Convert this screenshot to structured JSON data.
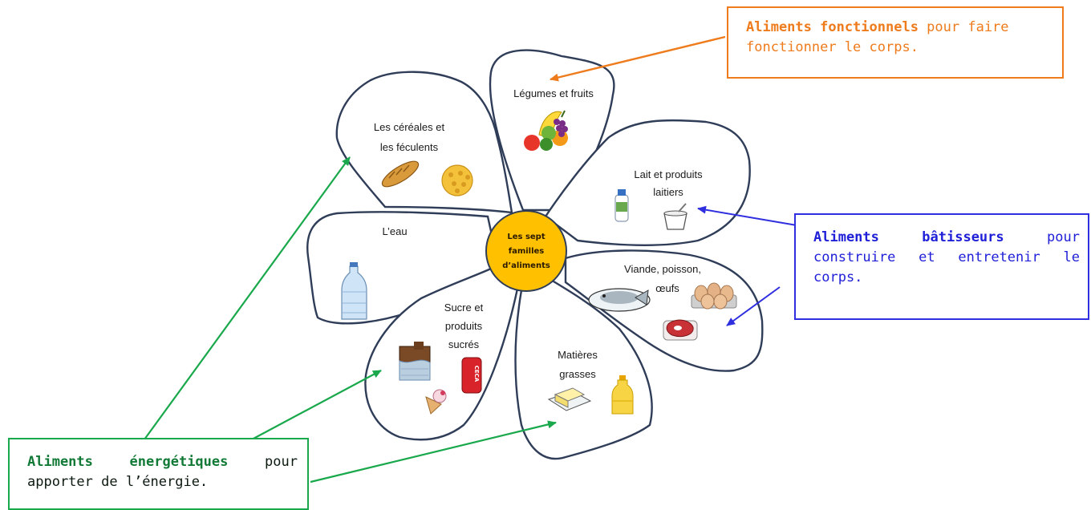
{
  "center": {
    "line1": "Les sept",
    "line2": "familles",
    "line3": "d’aliments"
  },
  "petals": {
    "legumes": {
      "line1": "Légumes et fruits"
    },
    "cereales": {
      "line1": "Les céréales et",
      "line2": "les féculents"
    },
    "lait": {
      "line1": "Lait et produits",
      "line2": "laitiers"
    },
    "eau": {
      "line1": "L’eau"
    },
    "viande": {
      "line1": "Viande, poisson,",
      "line2": "œufs"
    },
    "sucre": {
      "line1": "Sucre et",
      "line2": "produits",
      "line3": "sucrés"
    },
    "matieres": {
      "line1": "Matières",
      "line2": "grasses"
    }
  },
  "callouts": {
    "fonctionnels": {
      "bold": "Aliments fonctionnels",
      "rest": " pour faire fonctionner le corps."
    },
    "batisseurs": {
      "bold": "Aliments bâtisseurs",
      "rest": " pour construire et entretenir le corps."
    },
    "energetiques": {
      "bold": "Aliments énergétiques",
      "rest": " pour apporter de l’énergie."
    }
  },
  "can_label": "CECA",
  "colors": {
    "center_fill": "#ffc000",
    "petal_stroke": "#2f3d58",
    "fonctionnels": "#ee7b1c",
    "batisseurs": "#2f2fe0",
    "energetiques": "#19a84b"
  },
  "icons": [
    "fruit-basket-icon",
    "bread-icon",
    "pasta-icon",
    "milk-bottle-icon",
    "yogurt-icon",
    "water-bottle-icon",
    "fish-icon",
    "eggs-icon",
    "steak-icon",
    "chocolate-icon",
    "soda-can-icon",
    "ice-cream-icon",
    "butter-icon",
    "oil-bottle-icon"
  ]
}
